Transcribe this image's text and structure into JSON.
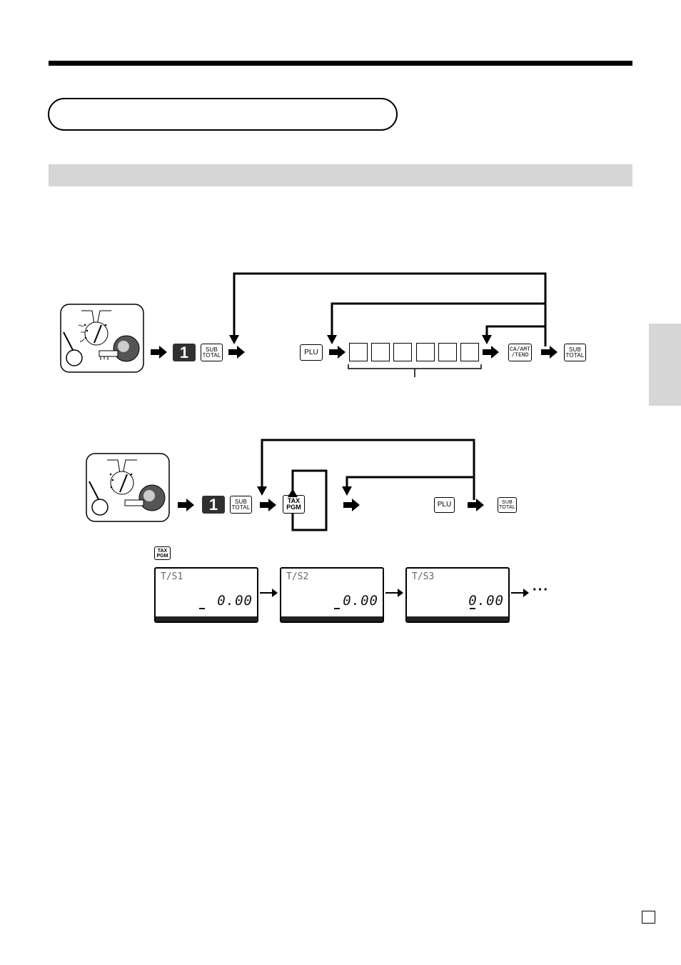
{
  "keys": {
    "one": "1",
    "subtotal_line1": "SUB",
    "subtotal_line2": "TOTAL",
    "plu": "PLU",
    "ca_line1": "CA/AMT",
    "ca_line2": "/TEND",
    "tax_line1": "TAX",
    "tax_line2": "PGM"
  },
  "displays": [
    {
      "label": "T/S1",
      "value": "0.00"
    },
    {
      "label": "T/S2",
      "value": "0.00"
    },
    {
      "label": "T/S3",
      "value": "0.00"
    }
  ],
  "continuation": "···"
}
